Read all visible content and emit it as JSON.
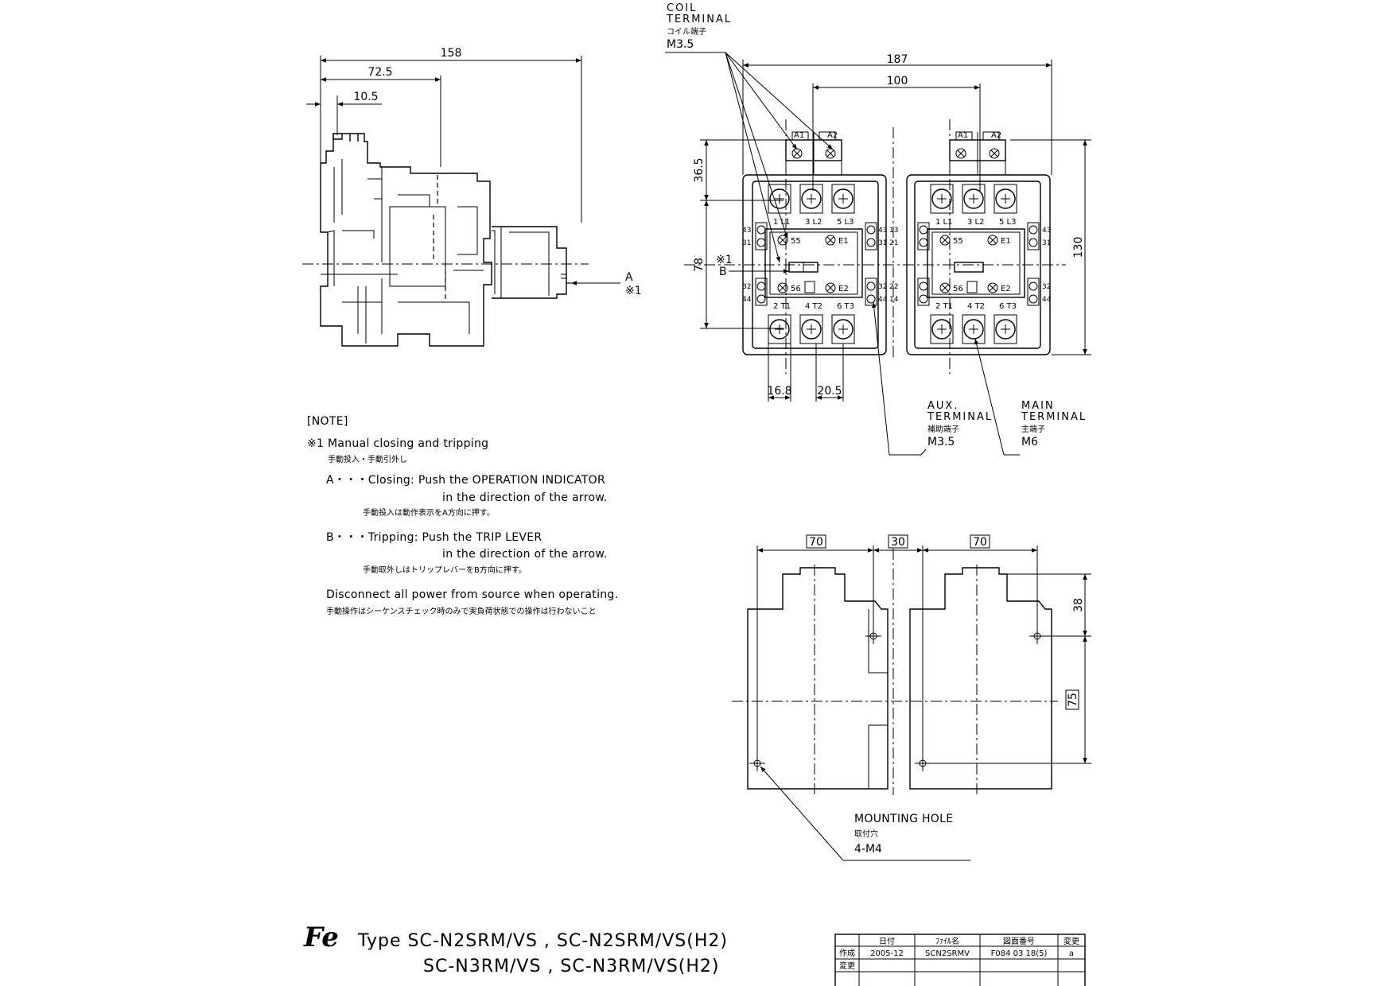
{
  "side_view": {
    "dims": {
      "overall": "158",
      "mid": "72.5",
      "small": "10.5"
    },
    "marker_a": "A",
    "marker_ref": "※1"
  },
  "front_view": {
    "coil_terminal": {
      "en_line1": "COIL",
      "en_line2": "TERMINAL",
      "jp": "コイル端子",
      "size": "M3.5"
    },
    "dims": {
      "width": "187",
      "pitch": "100",
      "height": "130",
      "top": "36.5",
      "mid": "78",
      "left_pitch": "16.8",
      "main_pitch": "20.5"
    },
    "marker_ref": "※1",
    "marker_b": "B",
    "coil_labels": [
      "A1",
      "A2"
    ],
    "main_labels_top": [
      "1 L1",
      "3 L2",
      "5 L3"
    ],
    "main_labels_bottom": [
      "2 T1",
      "4 T2",
      "6 T3"
    ],
    "aux_labels": [
      "55",
      "E1",
      "56",
      "E2"
    ],
    "side_aux_left": [
      "43",
      "31",
      "32",
      "44"
    ],
    "side_aux_center_top": [
      "43",
      "13",
      "31",
      "21"
    ],
    "side_aux_center_bottom": [
      "32",
      "22",
      "44",
      "14"
    ],
    "side_aux_right": [
      "43",
      "31",
      "32",
      "44"
    ],
    "aux_terminal": {
      "en_line1": "AUX.",
      "en_line2": "TERMINAL",
      "jp": "補助端子",
      "size": "M3.5"
    },
    "main_terminal": {
      "en_line1": "MAIN",
      "en_line2": "TERMINAL",
      "jp": "主端子",
      "size": "M6"
    }
  },
  "notes": {
    "heading": "[NOTE]",
    "ref1_en": "※1 Manual closing and tripping",
    "ref1_jp": "手動投入・手動引外し",
    "a_line1": "A・・・Closing: Push the OPERATION INDICATOR",
    "a_line2": "in the direction of the arrow.",
    "a_jp": "手動投入は動作表示をA方向に押す。",
    "b_line1": "B・・・Tripping: Push the TRIP LEVER",
    "b_line2": "in the direction of the arrow.",
    "b_jp": "手動取外しはトリップレバーをB方向に押す。",
    "warn_en": "Disconnect all power from source when operating.",
    "warn_jp": "手動操作はシーケンスチェック時のみで実負荷状態での操作は行わないこと"
  },
  "mounting_view": {
    "dims": {
      "left": "70",
      "gap": "30",
      "right": "70",
      "top": "38",
      "vertical": "75"
    },
    "hole_label": {
      "en": "MOUNTING HOLE",
      "jp": "取付穴",
      "size": "4-M4"
    }
  },
  "title_block": {
    "logo": "Fe",
    "type_line1": "Type  SC-N2SRM/VS , SC-N2SRM/VS(H2)",
    "type_line2": "SC-N3RM/VS , SC-N3RM/VS(H2)",
    "table": {
      "headers": [
        "日付",
        "ﾌｧｲﾙ名",
        "図面番号",
        "変更"
      ],
      "rows": [
        {
          "label": "作成",
          "date": "2005-12",
          "file": "SCN2SRMV",
          "drawing": "F084 03 18(5)",
          "rev": "a"
        },
        {
          "label": "変更",
          "date": "",
          "file": "",
          "drawing": "",
          "rev": ""
        }
      ]
    }
  }
}
